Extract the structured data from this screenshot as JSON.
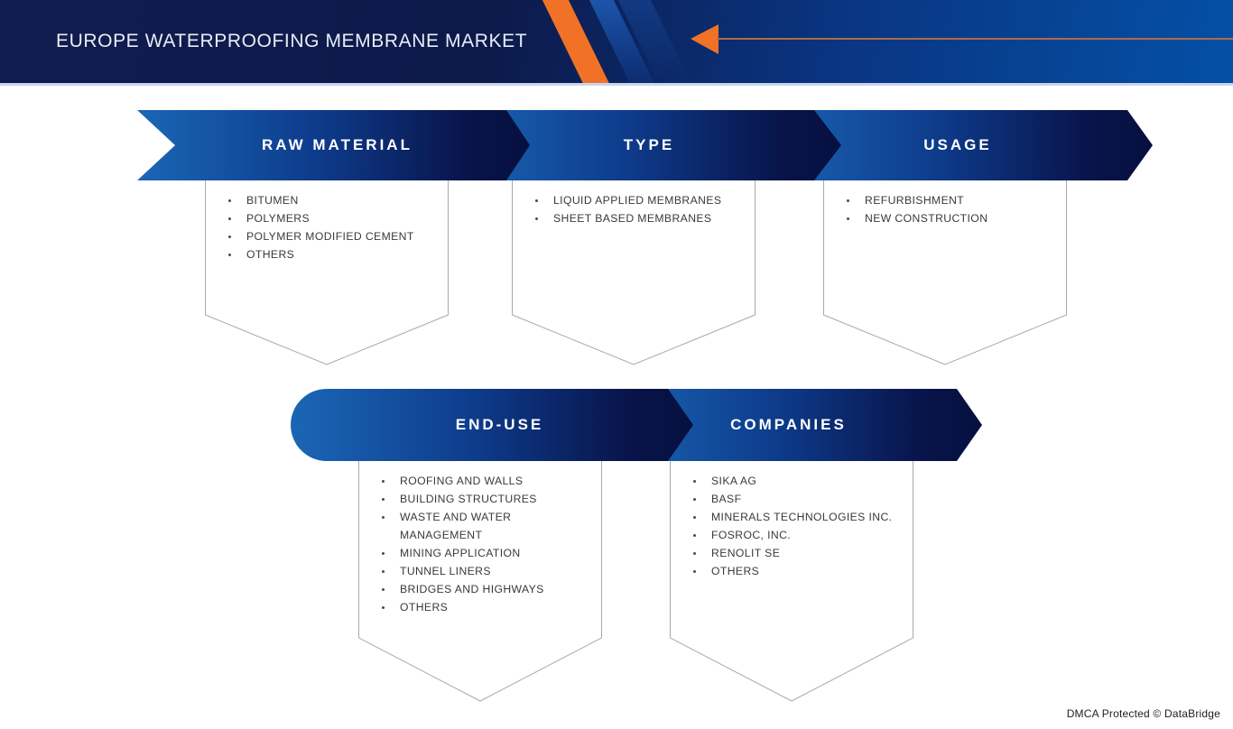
{
  "header": {
    "title": "EUROPE WATERPROOFING MEMBRANE MARKET",
    "arrow_icon": "left-arrow",
    "colors": {
      "navy_dark": "#0c1a4a",
      "navy_bright": "#0450a6",
      "accent_orange": "#f17226",
      "banner_blue": "#1b66b6",
      "banner_navy": "#061040",
      "underline_blue": "#c9d5ed"
    }
  },
  "segments": [
    {
      "label": "RAW MATERIAL",
      "items": [
        "BITUMEN",
        "POLYMERS",
        "POLYMER MODIFIED CEMENT",
        "OTHERS"
      ]
    },
    {
      "label": "TYPE",
      "items": [
        "LIQUID APPLIED MEMBRANES",
        "SHEET BASED MEMBRANES"
      ]
    },
    {
      "label": "USAGE",
      "items": [
        "REFURBISHMENT",
        "NEW CONSTRUCTION"
      ]
    },
    {
      "label": "END-USE",
      "items": [
        "ROOFING AND WALLS",
        "BUILDING STRUCTURES",
        "WASTE AND WATER MANAGEMENT",
        "MINING APPLICATION",
        "TUNNEL LINERS",
        "BRIDGES AND HIGHWAYS",
        "OTHERS"
      ]
    },
    {
      "label": "COMPANIES",
      "items": [
        "SIKA AG",
        "BASF",
        "MINERALS TECHNOLOGIES INC.",
        "FOSROC, INC.",
        "RENOLIT SE",
        "OTHERS"
      ]
    }
  ],
  "footer": {
    "dmca": "DMCA Protected © DataBridge"
  }
}
